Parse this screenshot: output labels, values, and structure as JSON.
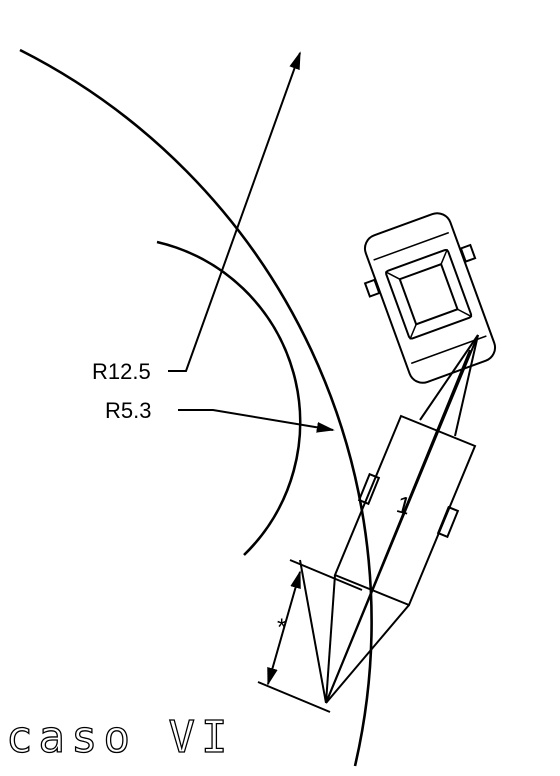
{
  "labels": {
    "outer_radius": "R12.5",
    "inner_radius": "R5.3",
    "trailer_number": "1",
    "length_mark": "*",
    "caption": "caso VI"
  },
  "colors": {
    "ink": "#000000",
    "background": "#ffffff"
  }
}
